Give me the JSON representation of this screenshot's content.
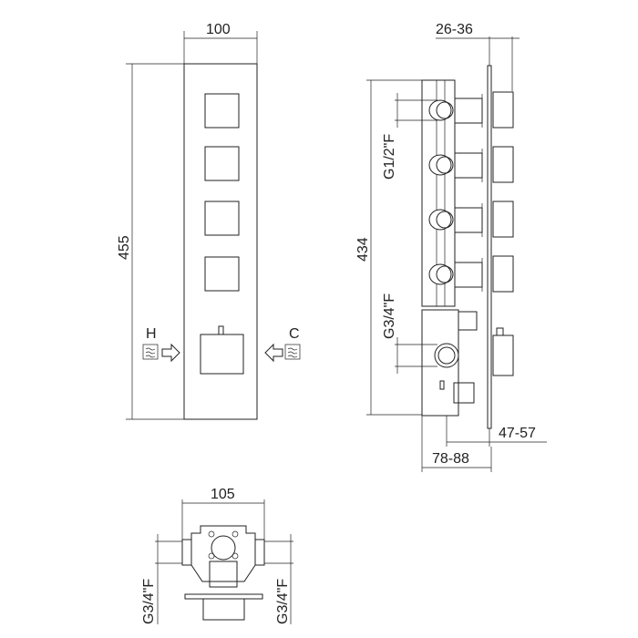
{
  "front_view": {
    "width_label": "100",
    "height_label": "455",
    "hot_label": "H",
    "cold_label": "C",
    "hot_icon": "hot-water-icon",
    "cold_icon": "cold-water-icon",
    "outlet_count": 4
  },
  "side_view": {
    "depth_plate_label": "26-36",
    "height_label": "434",
    "outlet_thread_label": "G1/2\"F",
    "inlet_thread_label": "G3/4\"F",
    "depth_mid_label": "47-57",
    "depth_total_label": "78-88"
  },
  "bottom_view": {
    "width_label": "105",
    "left_thread_label": "G3/4\"F",
    "right_thread_label": "G3/4\"F"
  }
}
